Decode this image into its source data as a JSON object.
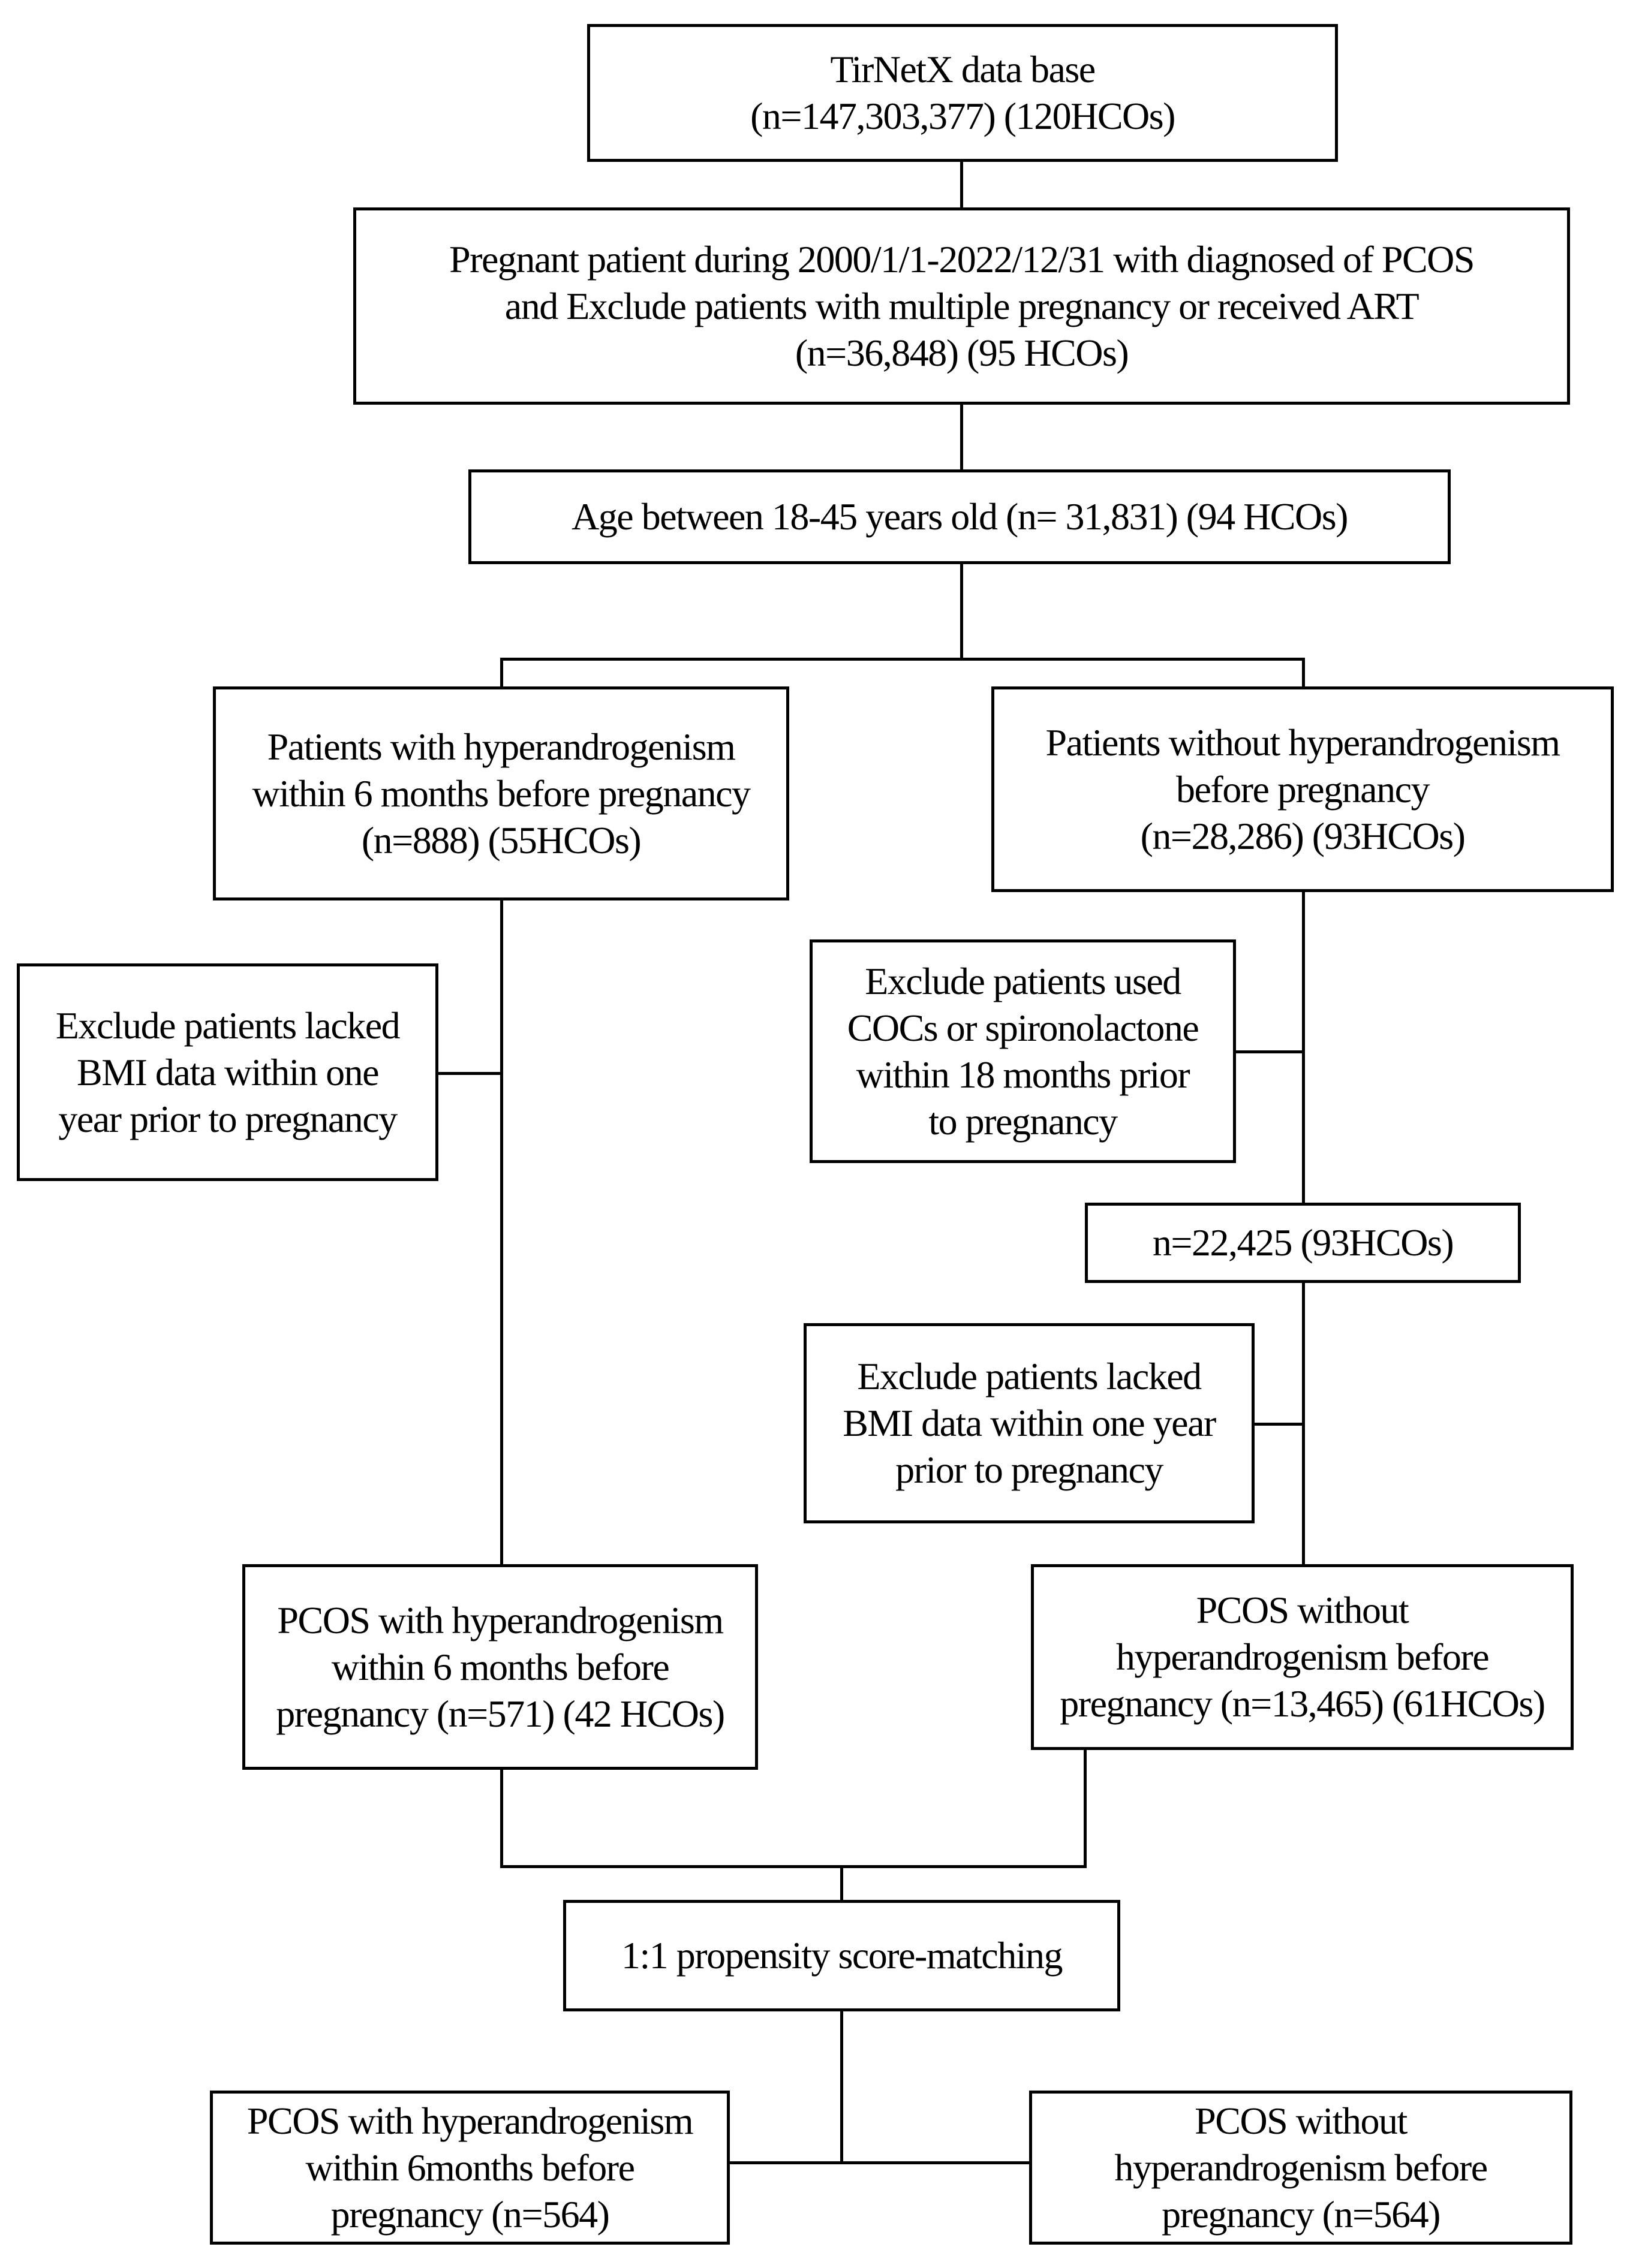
{
  "nodes": {
    "database": {
      "lines": [
        "TirNetX data base",
        "(n=147,303,377) (120HCOs)"
      ]
    },
    "pregnant_pcos": {
      "lines": [
        "Pregnant patient during 2000/1/1-2022/12/31 with diagnosed of PCOS",
        "and Exclude patients with multiple pregnancy or received ART",
        "(n=36,848) (95 HCOs)"
      ]
    },
    "age_filter": {
      "lines": [
        "Age between 18-45 years old (n= 31,831) (94 HCOs)"
      ]
    },
    "with_ha": {
      "lines": [
        "Patients with hyperandrogenism",
        "within 6 months before pregnancy",
        "(n=888) (55HCOs)"
      ]
    },
    "without_ha": {
      "lines": [
        "Patients without hyperandrogenism",
        "before pregnancy",
        "(n=28,286) (93HCOs)"
      ]
    },
    "exclude_bmi_left": {
      "lines": [
        "Exclude patients lacked",
        "BMI data within one",
        "year prior to pregnancy"
      ]
    },
    "exclude_cocs": {
      "lines": [
        "Exclude patients used",
        "COCs or spironolactone",
        "within 18 months prior",
        "to pregnancy"
      ]
    },
    "n_22425": {
      "lines": [
        "n=22,425 (93HCOs)"
      ]
    },
    "exclude_bmi_right": {
      "lines": [
        "Exclude patients lacked",
        "BMI data within one year",
        "prior to pregnancy"
      ]
    },
    "pcos_with_ha": {
      "lines": [
        "PCOS with hyperandrogenism",
        "within 6 months before",
        "pregnancy (n=571) (42 HCOs)"
      ]
    },
    "pcos_without_ha": {
      "lines": [
        "PCOS without",
        "hyperandrogenism before",
        "pregnancy (n=13,465) (61HCOs)"
      ]
    },
    "psm": {
      "lines": [
        "1:1 propensity score-matching"
      ]
    },
    "matched_with_ha": {
      "lines": [
        "PCOS with hyperandrogenism",
        "within 6months before",
        "pregnancy (n=564)"
      ]
    },
    "matched_without_ha": {
      "lines": [
        "PCOS without",
        "hyperandrogenism before",
        "pregnancy  (n=564)"
      ]
    }
  }
}
